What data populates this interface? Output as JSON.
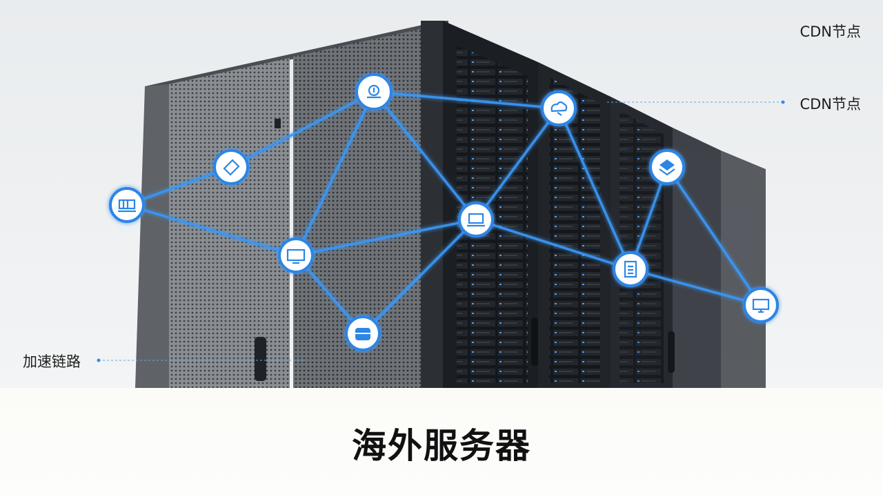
{
  "labels": {
    "cdn_node_top": "CDN节点",
    "cdn_node_mid": "CDN节点",
    "accel_link": "加速链路"
  },
  "title": "海外服务器",
  "colors": {
    "link": "#2f8ff0",
    "node_ring": "#2b86e6",
    "node_fill": "#ffffff",
    "rack_dark": "#1b1f24",
    "rack_grey": "#7d8185"
  },
  "nodes": [
    {
      "id": "n1",
      "icon": "router-icon"
    },
    {
      "id": "n2",
      "icon": "cloud-icon"
    },
    {
      "id": "n3",
      "icon": "tag-icon"
    },
    {
      "id": "n4",
      "icon": "server-icon"
    },
    {
      "id": "n5",
      "icon": "monitor-icon"
    },
    {
      "id": "n6",
      "icon": "laptop-icon"
    },
    {
      "id": "n7",
      "icon": "layers-icon"
    },
    {
      "id": "n8",
      "icon": "database-icon"
    },
    {
      "id": "n9",
      "icon": "document-icon"
    },
    {
      "id": "n10",
      "icon": "display-icon"
    }
  ]
}
